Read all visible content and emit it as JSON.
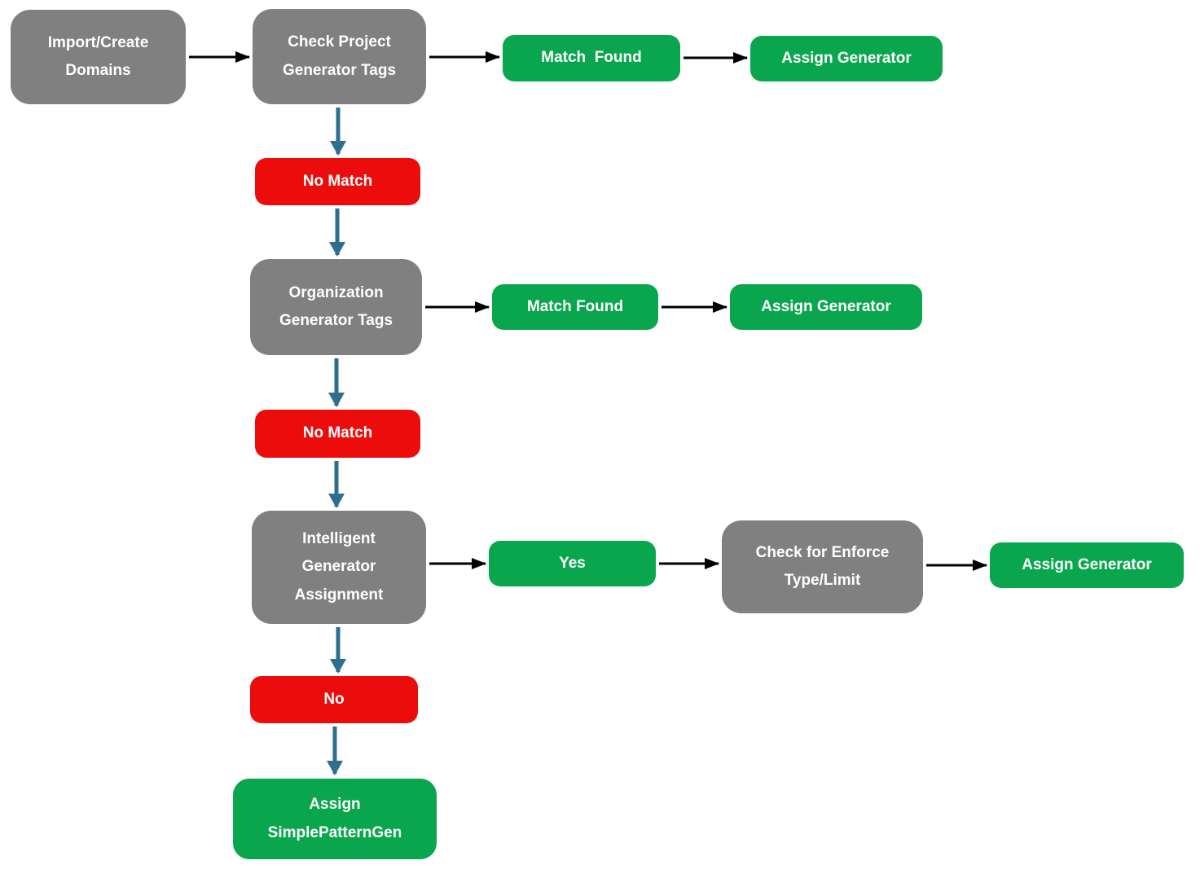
{
  "diagram": {
    "description": "Generator assignment flowchart",
    "nodes": {
      "import_create": {
        "label": "Import/Create\nDomains",
        "type": "process"
      },
      "check_project_tags": {
        "label": "Check Project\nGenerator Tags",
        "type": "process"
      },
      "match_found_1": {
        "label": "Match  Found",
        "type": "success"
      },
      "assign_generator_1": {
        "label": "Assign Generator",
        "type": "success"
      },
      "no_match_1": {
        "label": "No Match",
        "type": "failure"
      },
      "org_tags": {
        "label": "Organization\nGenerator Tags",
        "type": "process"
      },
      "match_found_2": {
        "label": "Match Found",
        "type": "success"
      },
      "assign_generator_2": {
        "label": "Assign Generator",
        "type": "success"
      },
      "no_match_2": {
        "label": "No Match",
        "type": "failure"
      },
      "intelligent_assignment": {
        "label": "Intelligent\nGenerator\nAssignment",
        "type": "process"
      },
      "yes": {
        "label": "Yes",
        "type": "success"
      },
      "check_enforce": {
        "label": "Check for Enforce\nType/Limit",
        "type": "process"
      },
      "assign_generator_3": {
        "label": "Assign Generator",
        "type": "success"
      },
      "no_3": {
        "label": "No",
        "type": "failure"
      },
      "assign_simplepatterngen": {
        "label": "Assign\nSimplePatternGen",
        "type": "success"
      }
    }
  },
  "colors": {
    "node-gray": "#808080",
    "node-green": "#0AA64E",
    "node-red": "#ED0C0C",
    "arrow-black": "#000000",
    "arrow-teal": "#2E6E8E",
    "node-text": "#FFFFFF",
    "canvas-bg": "#FFFFFF"
  }
}
